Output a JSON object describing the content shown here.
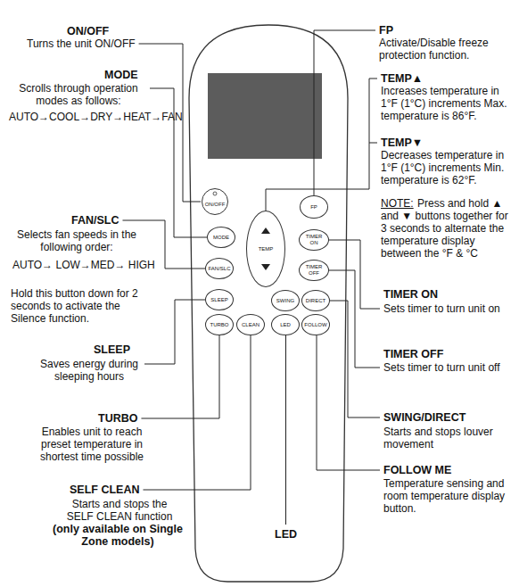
{
  "diagram": {
    "nodes": [
      {
        "text": [
          "ON/OFF"
        ]
      },
      {
        "text": [
          "FP"
        ]
      },
      {
        "text": [
          "TEMP"
        ]
      },
      {
        "text": [
          "MODE"
        ]
      },
      {
        "text": [
          "TIMER ON"
        ]
      },
      {
        "text": [
          "FAN/SLC"
        ]
      },
      {
        "text": [
          "TIMER OFF"
        ]
      },
      {
        "text": [
          "SLEEP"
        ]
      },
      {
        "text": [
          "SWING"
        ]
      },
      {
        "text": [
          "DIRECT"
        ]
      },
      {
        "text": [
          "TURBO"
        ]
      },
      {
        "text": [
          "CLEAN"
        ]
      },
      {
        "text": [
          "LED"
        ]
      },
      {
        "text": [
          "FOLLOW"
        ]
      }
    ],
    "labels": [
      "ON/OFF",
      "Turns the unit ON/OFF",
      "MODE",
      "Scrolls through operation modes as follows:",
      "AUTO→COOL→DRY→HEAT→FAN",
      "FAN/SLC",
      "Selects fan speeds in the following order:",
      "AUTO→ LOW→MED→ HIGH",
      "Hold this button down for 2 seconds to activate the Silence function.",
      "SLEEP",
      "Saves energy during sleeping hours",
      "TURBO",
      "Enables unit to reach preset temperature in shortest time possible",
      "SELF CLEAN",
      "Starts and stops the SELF CLEAN function",
      "(only available on Single Zone models)",
      "LED",
      "FP",
      "Activate/Disable freeze protection function.",
      "TEMP▲",
      "Increases temperature in 1°F (1°C) increments Max. temperature is 86°F.",
      "TEMP▼",
      "Decreases temperature in 1°F (1°C) increments Min. temperature is 62°F.",
      "NOTE:",
      "Press and hold ▲ and ▼ buttons together for 3 seconds to alternate the temperature display between the °F & °C",
      "TIMER ON",
      "Sets timer to turn unit on",
      "TIMER OFF",
      "Sets timer to turn unit off",
      "SWING/DIRECT",
      "Starts and stops louver movement",
      "FOLLOW ME",
      "Temperature sensing and room temperature display button."
    ]
  }
}
